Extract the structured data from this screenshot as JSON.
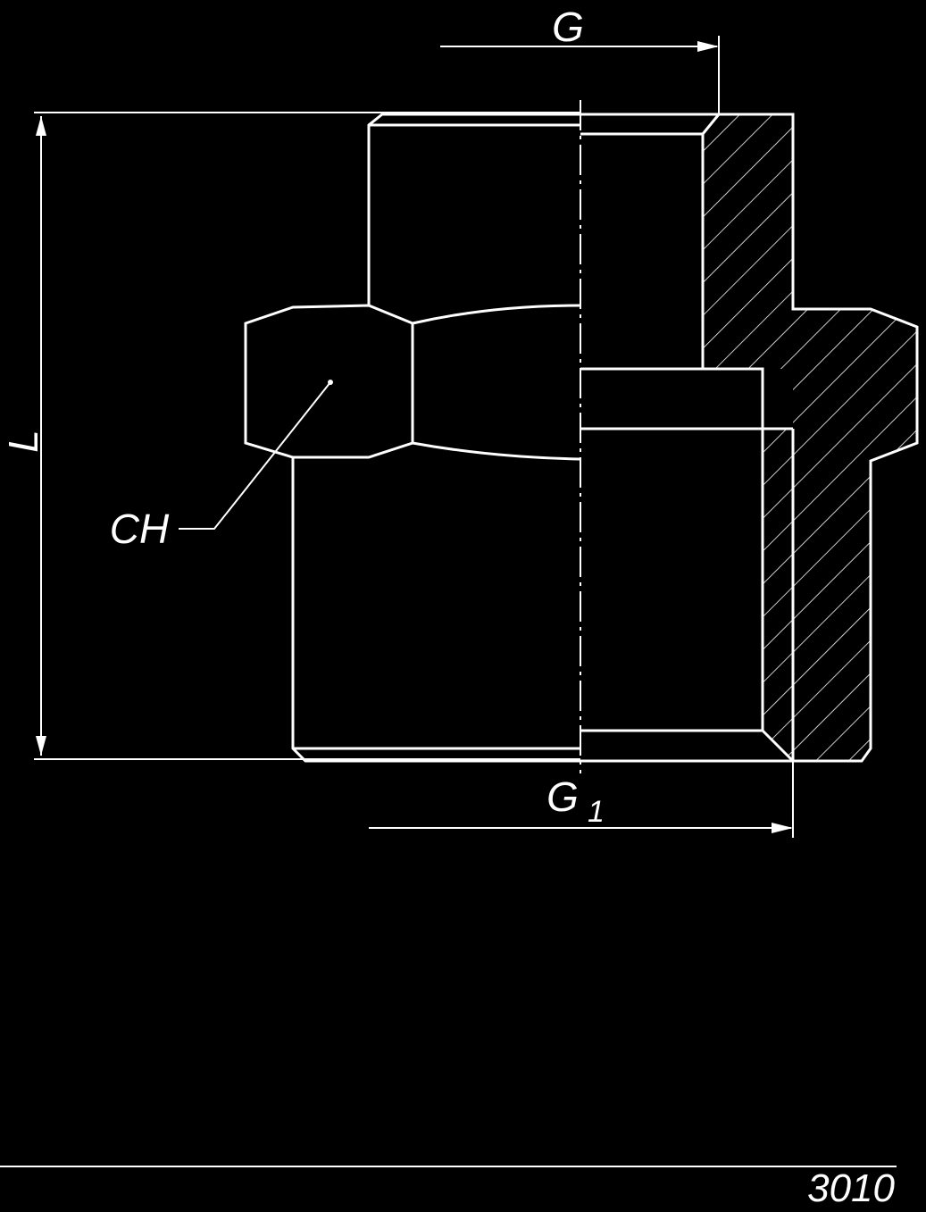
{
  "labels": {
    "g": "G",
    "g1_main": "G",
    "g1_sub": "1",
    "l": "L",
    "ch": "CH"
  },
  "drawing_number": "3010",
  "colors": {
    "background": "#000000",
    "lines": "#ffffff"
  }
}
